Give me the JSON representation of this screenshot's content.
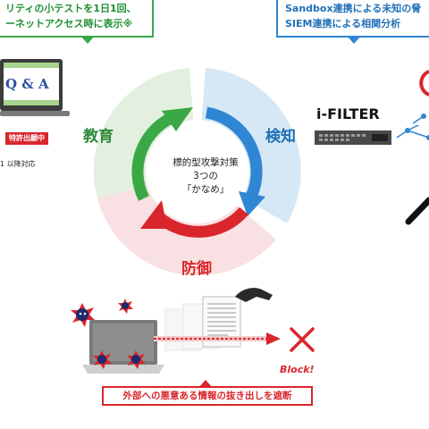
{
  "callouts": {
    "education": {
      "line1": "リティの小テストを1日1回、",
      "line2": "ーネットアクセス時に表示※"
    },
    "detection": {
      "line1": "Sandbox連携による未知の脅",
      "line2": "SIEM連携による相関分析"
    },
    "prevention": "外部への悪意ある情報の抜き出しを遮断"
  },
  "cycle": {
    "education_label": "教育",
    "detection_label": "検知",
    "defense_label": "防御",
    "center_line1": "標的型攻撃対策",
    "center_line2": "3つの",
    "center_line3": "「かなめ」"
  },
  "laptop": {
    "qa_text": "Q & A",
    "patent_badge": "特許出願中",
    "note": "1 以降対応"
  },
  "appliance": {
    "logo": "i-FILTER"
  },
  "block_label": "Block!",
  "colors": {
    "green": "#3aa845",
    "blue": "#2f86d3",
    "red": "#d9262c",
    "green_bg": "#e3f0df",
    "blue_bg": "#d6e8f5",
    "red_bg": "#f9e0e2"
  }
}
